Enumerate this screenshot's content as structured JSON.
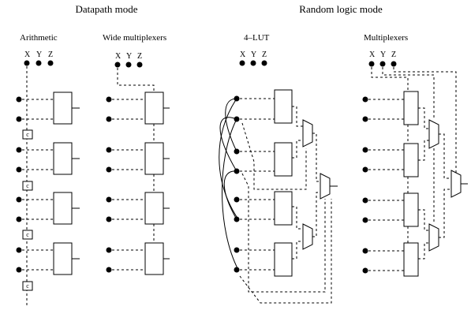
{
  "modes": {
    "datapath": "Datapath mode",
    "random_logic": "Random logic mode"
  },
  "panels": {
    "arithmetic": "Arithmetic",
    "wide_mux": "Wide multiplexers",
    "lut4": "4–LUT",
    "multiplexers": "Multiplexers"
  },
  "inputs": [
    "X",
    "Y",
    "Z"
  ],
  "carry_label": "c"
}
